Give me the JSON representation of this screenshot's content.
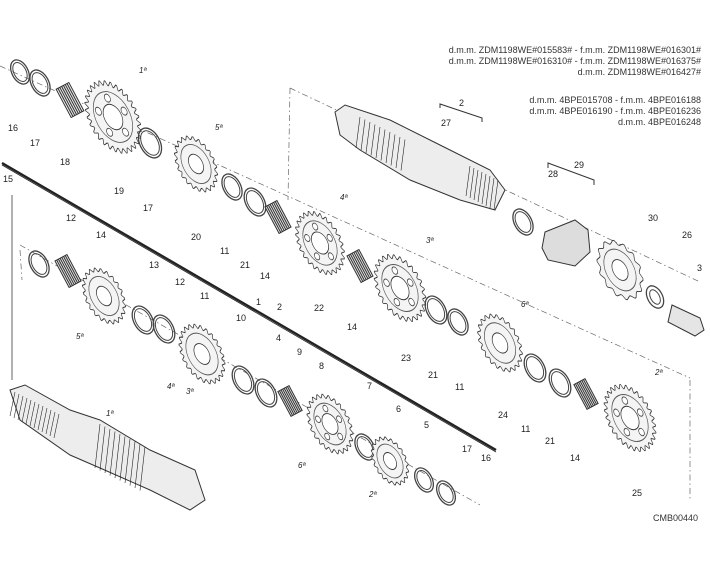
{
  "notes_top": [
    "d.m.m. ZDM1198WE#015583# - f.m.m. ZDM1198WE#016301#",
    "d.m.m. ZDM1198WE#016310# - f.m.m. ZDM1198WE#016375#",
    "d.m.m. ZDM1198WE#016427#"
  ],
  "notes_bottom": [
    "d.m.m. 4BPE015708 - f.m.m. 4BPE016188",
    "d.m.m. 4BPE016190 - f.m.m. 4BPE016236",
    "d.m.m. 4BPE016248"
  ],
  "drawing_code": "CMB00440",
  "part_labels": {
    "p16a": "16",
    "p17a": "17",
    "p18": "18",
    "p19": "19",
    "p17b": "17",
    "p20": "20",
    "p11a": "11",
    "p21a": "21",
    "p14a": "14",
    "p22": "22",
    "p14b": "14",
    "p23": "23",
    "p21b": "21",
    "p11b": "11",
    "p24": "24",
    "p11c": "11",
    "p21c": "21",
    "p14c": "14",
    "p25": "25",
    "p2a": "2",
    "p27": "27",
    "p28": "28",
    "p29": "29",
    "p30": "30",
    "p26": "26",
    "p3": "3",
    "p15": "15",
    "p12a": "12",
    "p14d": "14",
    "p13": "13",
    "p12b": "12",
    "p11d": "11",
    "p10": "10",
    "p1": "1",
    "p2b": "2",
    "p4": "4",
    "p9": "9",
    "p8": "8",
    "p7": "7",
    "p6": "6",
    "p5": "5",
    "p17c": "17",
    "p16b": "16"
  },
  "gear_marks": {
    "g1a": "1ª",
    "g5a": "5ª",
    "g4a": "4ª",
    "g3a": "3ª",
    "g6a": "6ª",
    "g2a": "2ª",
    "g5b": "5ª",
    "g4b": "4ª",
    "g3b": "3ª",
    "g1b": "1ª",
    "g6b": "6ª",
    "g2b": "2ª"
  }
}
